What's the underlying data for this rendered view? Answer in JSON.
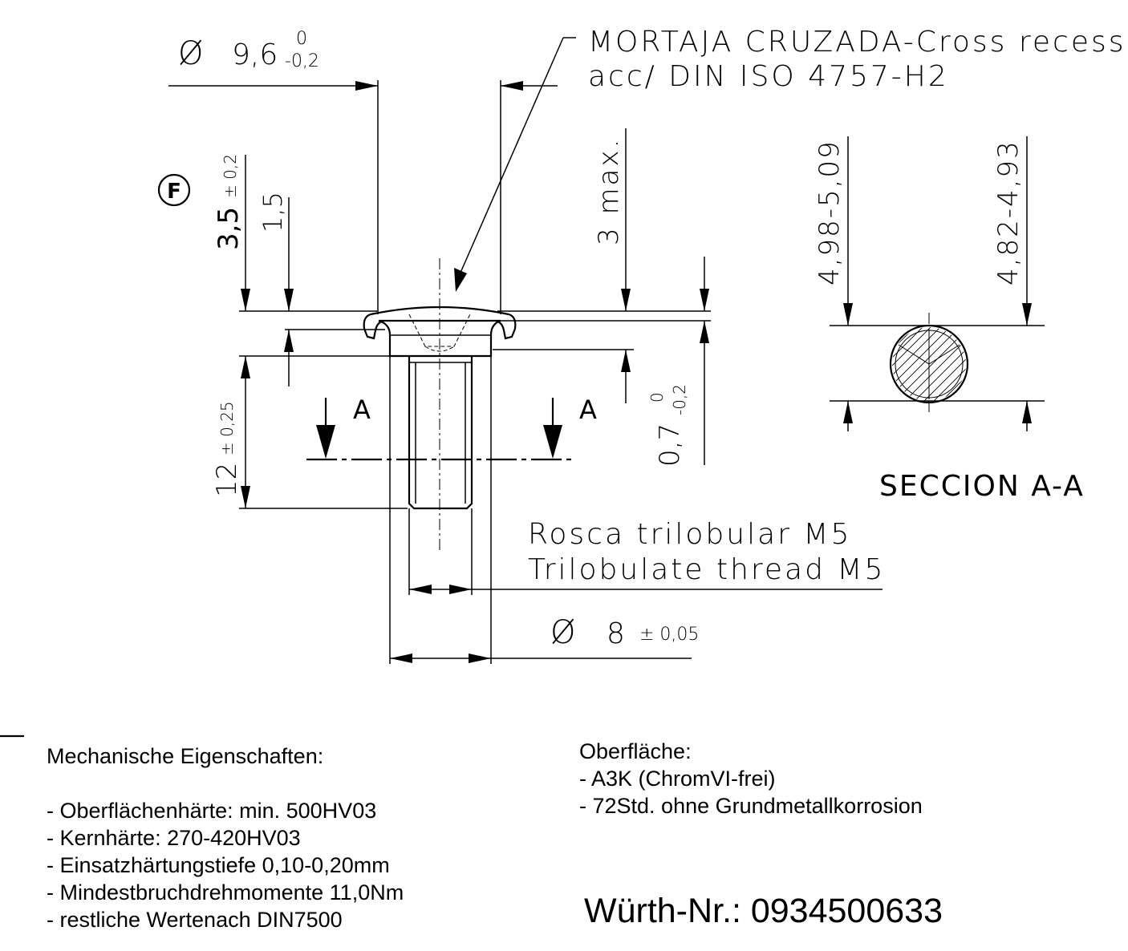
{
  "drawing": {
    "diameter_head": {
      "symbol": "Ø",
      "nominal": "9,6",
      "upper": "0",
      "lower": "-0,2"
    },
    "cross_recess_note": {
      "line1": "MORTAJA CRUZADA-Cross recess",
      "line2": "acc/ DIN ISO 4757-H2"
    },
    "head_height": {
      "nominal": "3,5",
      "tolerance": "± 0,2"
    },
    "collar_height": "1,5",
    "functional_mark": "F",
    "recess_depth": "3 max.",
    "head_offset": {
      "nominal": "0,7",
      "upper": "0",
      "lower": "-0,2"
    },
    "shank_length": {
      "nominal": "12",
      "tolerance": "± 0,25"
    },
    "section_marker": "A",
    "thread_note": {
      "line1": "Rosca trilobular M5",
      "line2": "Trilobulate thread M5"
    },
    "diameter_collar": {
      "symbol": "Ø",
      "nominal": "8",
      "tolerance": "± 0,05"
    },
    "section_title": "SECCION A-A",
    "section_dim_outer": "4,98-5,09",
    "section_dim_inner": "4,82-4,93"
  },
  "mechanical": {
    "heading": "Mechanische Eigenschaften:",
    "items": [
      "- Oberflächenhärte: min. 500HV03",
      "- Kernhärte: 270-420HV03",
      "- Einsatzhärtungstiefe 0,10-0,20mm",
      "- Mindestbruchdrehmomente 11,0Nm",
      "- restliche Wertenach DIN7500"
    ]
  },
  "surface": {
    "heading": "Oberfläche:",
    "items": [
      "- A3K (ChromVI-frei)",
      "- 72Std. ohne Grundmetallkorrosion"
    ]
  },
  "part_number": "Würth-Nr.: 0934500633"
}
